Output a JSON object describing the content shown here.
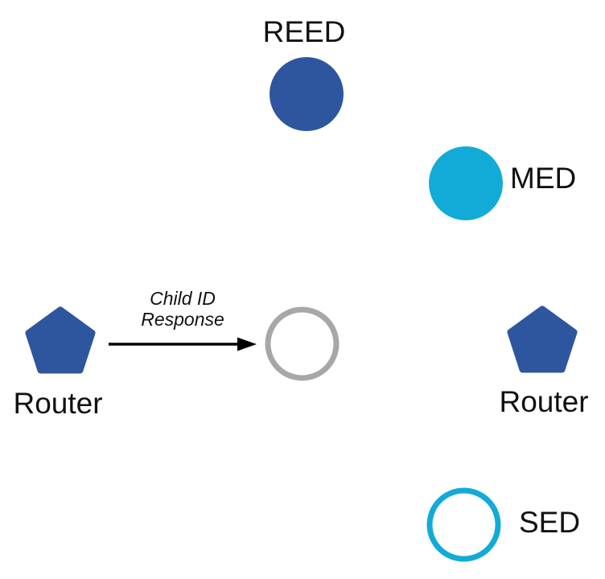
{
  "colors": {
    "node_blue": "#2E569E",
    "node_cyan": "#12ABD8",
    "node_gray": "#A7A7A7",
    "arrow_black": "#000000",
    "node_fill_white": "#ffffff"
  },
  "nodes": {
    "reed": {
      "label": "REED"
    },
    "med": {
      "label": "MED"
    },
    "router_left": {
      "label": "Router"
    },
    "router_right": {
      "label": "Router"
    },
    "sed": {
      "label": "SED"
    }
  },
  "message": {
    "line1": "Child ID",
    "line2": "Response"
  }
}
